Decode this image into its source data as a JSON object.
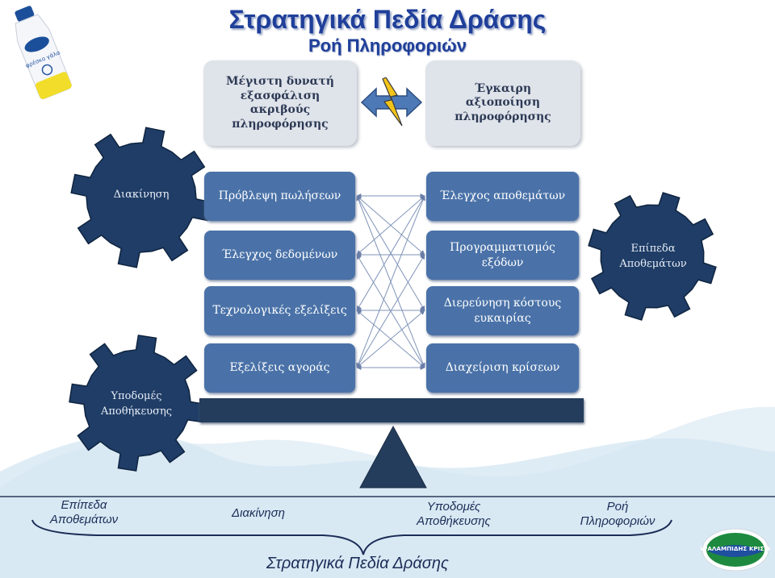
{
  "title": "Στρατηγικά Πεδία Δράσης",
  "subtitle": "Ροή Πληροφοριών",
  "top_boxes": {
    "left": "Μέγιστη δυνατή εξασφάλιση ακριβούς πληροφόρησης",
    "right": "Έγκαιρη αξιοποίηση πληροφόρησης"
  },
  "left_boxes": [
    "Πρόβλεψη πωλήσεων",
    "Έλεγχος δεδομένων",
    "Τεχνολογικές εξελίξεις",
    "Εξελίξεις αγοράς"
  ],
  "right_boxes": [
    "Έλεγχος αποθεμάτων",
    "Προγραμματισμός εξόδων",
    "Διερεύνηση κόστους ευκαιρίας",
    "Διαχείριση κρίσεων"
  ],
  "gears": {
    "top_left": "Διακίνηση",
    "right": "Επίπεδα Αποθεμάτων",
    "bottom_left": "Υποδομές Αποθήκευσης"
  },
  "base_labels": [
    "Επίπεδα Αποθεμάτων",
    "Διακίνηση",
    "Υποδομές Αποθήκευσης",
    "Ροή Πληροφοριών"
  ],
  "bottom_label": "Στρατηγικά Πεδία Δράσης",
  "logo_text": "ΧΑΡΑΛΑΜΠΙΔΗΣ ΚΡΙΣΤΗΣ",
  "product_text": "φρέσκο γάλα",
  "colors": {
    "title": "#1f3f9a",
    "box_blue": "#4a72a8",
    "gear": "#1f3d66",
    "beam": "#253d5c",
    "water": "#dbeaf4"
  }
}
